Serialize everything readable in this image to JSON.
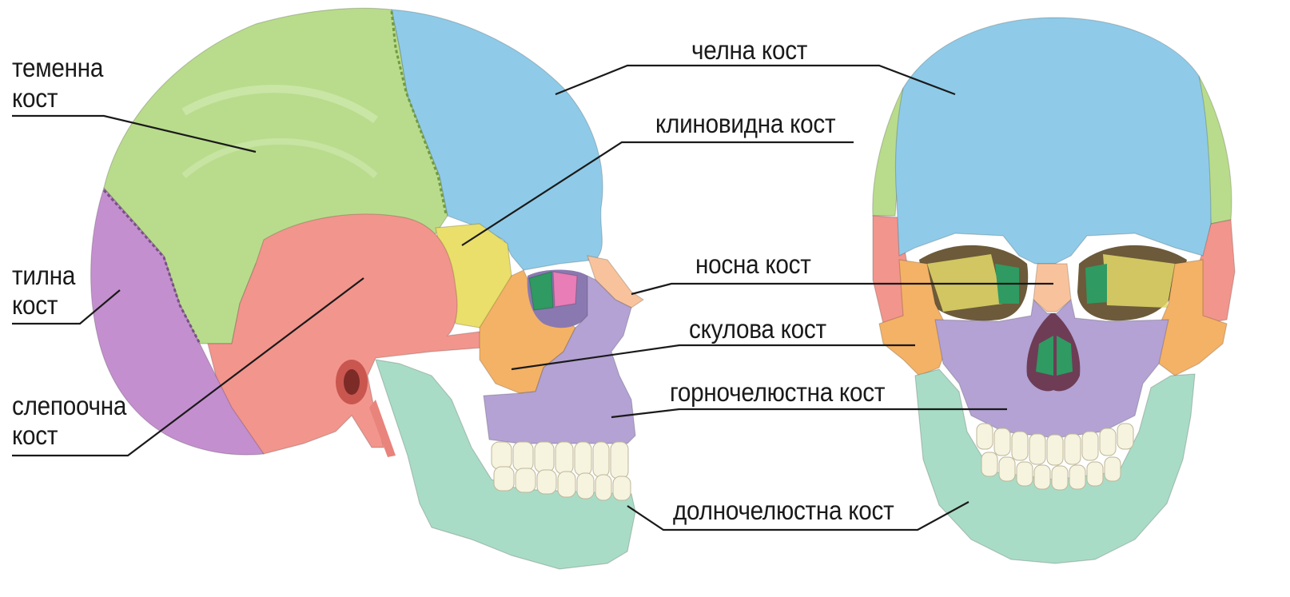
{
  "colors": {
    "parietal": "#b9dc8c",
    "frontal": "#8fcbe8",
    "occipital": "#c48fcf",
    "temporal": "#f2958d",
    "sphenoid": "#e9df6a",
    "zygomatic": "#f4b266",
    "maxilla": "#b3a2d3",
    "mandible": "#a9dcc6",
    "nasal": "#f8c39c",
    "teeth": "#f6f3df",
    "ethmoid": "#2f9a62",
    "lacrimal": "#e87db7",
    "line": "#1a1a1a"
  },
  "labels": {
    "parietal_line1": "теменна",
    "parietal_line2": "кост",
    "occipital_line1": "тилна",
    "occipital_line2": "кост",
    "temporal_line1": "слепоочна",
    "temporal_line2": "кост",
    "frontal": "челна кост",
    "sphenoid": "клиновидна кост",
    "nasal": "носна кост",
    "zygomatic": "скулова кост",
    "maxilla": "горночелюстна кост",
    "mandible": "долночелюстна кост"
  }
}
